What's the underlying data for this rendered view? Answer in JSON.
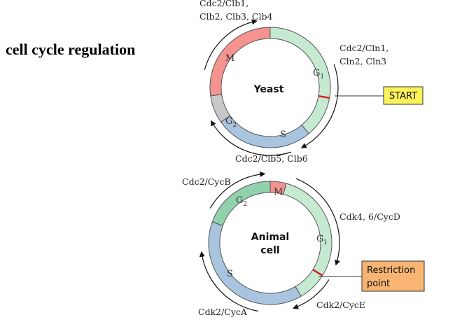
{
  "title": "cell cycle regulation",
  "colors": {
    "M": "#f4938f",
    "G1": "#c6e9d2",
    "S": "#a8c4df",
    "G2_yeast": "#c8c8c8",
    "G2_animal": "#92d1ad",
    "checkpoint_line": "#d62020",
    "start_box": "#fbf35a",
    "restriction_box": "#f7b472"
  },
  "yeast": {
    "center_label": "Yeast",
    "phases": {
      "M": "M",
      "G1": "G",
      "G1_sub": "1",
      "G2": "G",
      "G2_sub": "2",
      "S": "S"
    },
    "complexes": {
      "m_line1": "Cdc2/Clb1,",
      "m_line2": "Clb2, Clb3, Clb4",
      "g1_line1": "Cdc2/Cln1,",
      "g1_line2": "Cln2, Cln3",
      "s": "Cdc2/Clb5, Clb6"
    },
    "checkpoint_label": "START"
  },
  "animal": {
    "center_line1": "Animal",
    "center_line2": "cell",
    "phases": {
      "M": "M",
      "G1": "G",
      "G1_sub": "1",
      "G2": "G",
      "G2_sub": "2",
      "S": "S"
    },
    "complexes": {
      "g2": "Cdc2/CycB",
      "g1": "Cdk4, 6/CycD",
      "g1_late": "Cdk2/CycE",
      "s": "Cdk2/CycA"
    },
    "checkpoint_line1": "Restriction",
    "checkpoint_line2": "point"
  }
}
